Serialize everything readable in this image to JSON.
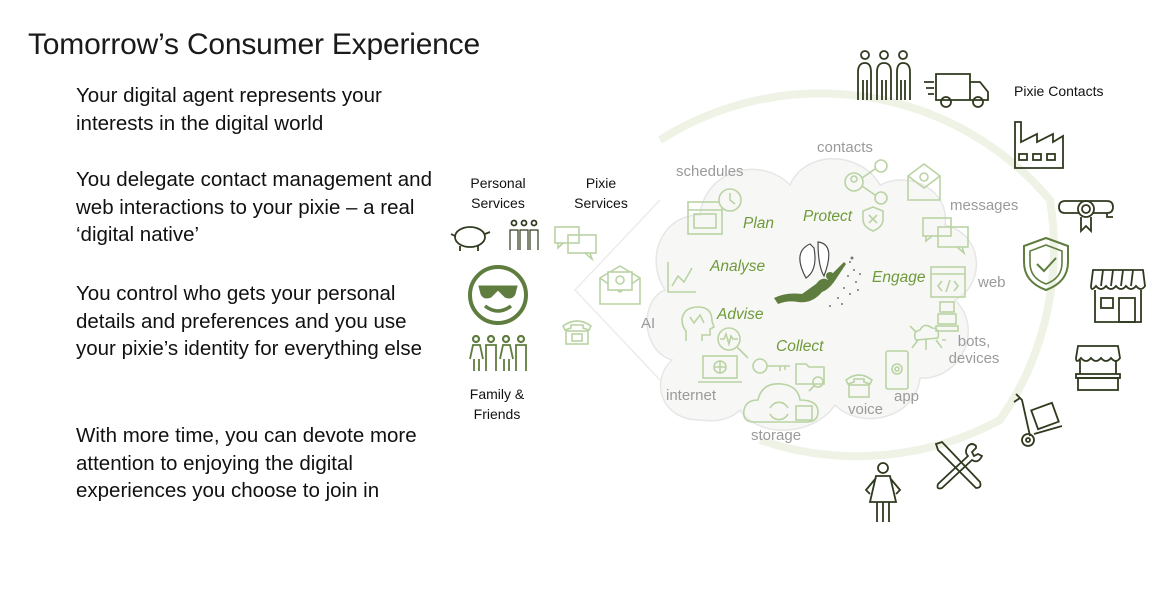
{
  "slide": {
    "title": "Tomorrow’s Consumer Experience",
    "paragraphs": [
      "Your digital agent represents your interests in the digital world",
      "You delegate contact management and web interactions to your pixie – a real ‘digital native’",
      "You control who gets your personal details and preferences and you use your pixie’s identity for everything else",
      "With more time, you can devote more attention to enjoying the digital experiences you choose to join in"
    ]
  },
  "diagram": {
    "left_labels": {
      "personal_services": "Personal Services",
      "pixie_services": "Pixie Services",
      "family_friends": "Family & Friends"
    },
    "cloud_labels": {
      "schedules": "schedules",
      "contacts": "contacts",
      "messages": "messages",
      "web": "web",
      "bots_devices": "bots, devices",
      "app": "app",
      "voice": "voice",
      "storage": "storage",
      "internet": "internet",
      "ai": "AI"
    },
    "verbs": {
      "plan": "Plan",
      "protect": "Protect",
      "analyse": "Analyse",
      "engage": "Engage",
      "advise": "Advise",
      "collect": "Collect"
    },
    "right_labels": {
      "pixie_contacts": "Pixie Contacts"
    },
    "icons": {
      "left": [
        "piggy-bank-icon",
        "group-icon",
        "chat-bubbles-icon",
        "smiley-sunglasses-icon",
        "family-icon",
        "email-icon",
        "phone-icon"
      ],
      "cloud": [
        "calendar-clock-icon",
        "contact-network-icon",
        "email-icon",
        "shield-x-icon",
        "chat-bubbles-icon",
        "code-window-icon",
        "robot-icon",
        "cloud-network-icon",
        "smartphone-icon",
        "phone-icon",
        "cloud-sync-icon",
        "key-icon",
        "folder-search-icon",
        "laptop-globe-icon",
        "brain-icon",
        "search-pulse-icon",
        "chart-icon",
        "fairy-icon"
      ],
      "right": [
        "group-icon",
        "truck-icon",
        "factory-icon",
        "certificate-icon",
        "shield-check-icon",
        "store-icon",
        "market-stall-icon",
        "hand-truck-icon",
        "tools-icon",
        "woman-icon"
      ]
    },
    "colors": {
      "accent_green": "#6f9a3a",
      "dark_green": "#5f7d3e",
      "light_green": "#b9d3a3",
      "grey_text": "#9a9a9a",
      "dark_icon": "#2f3a1f"
    }
  }
}
